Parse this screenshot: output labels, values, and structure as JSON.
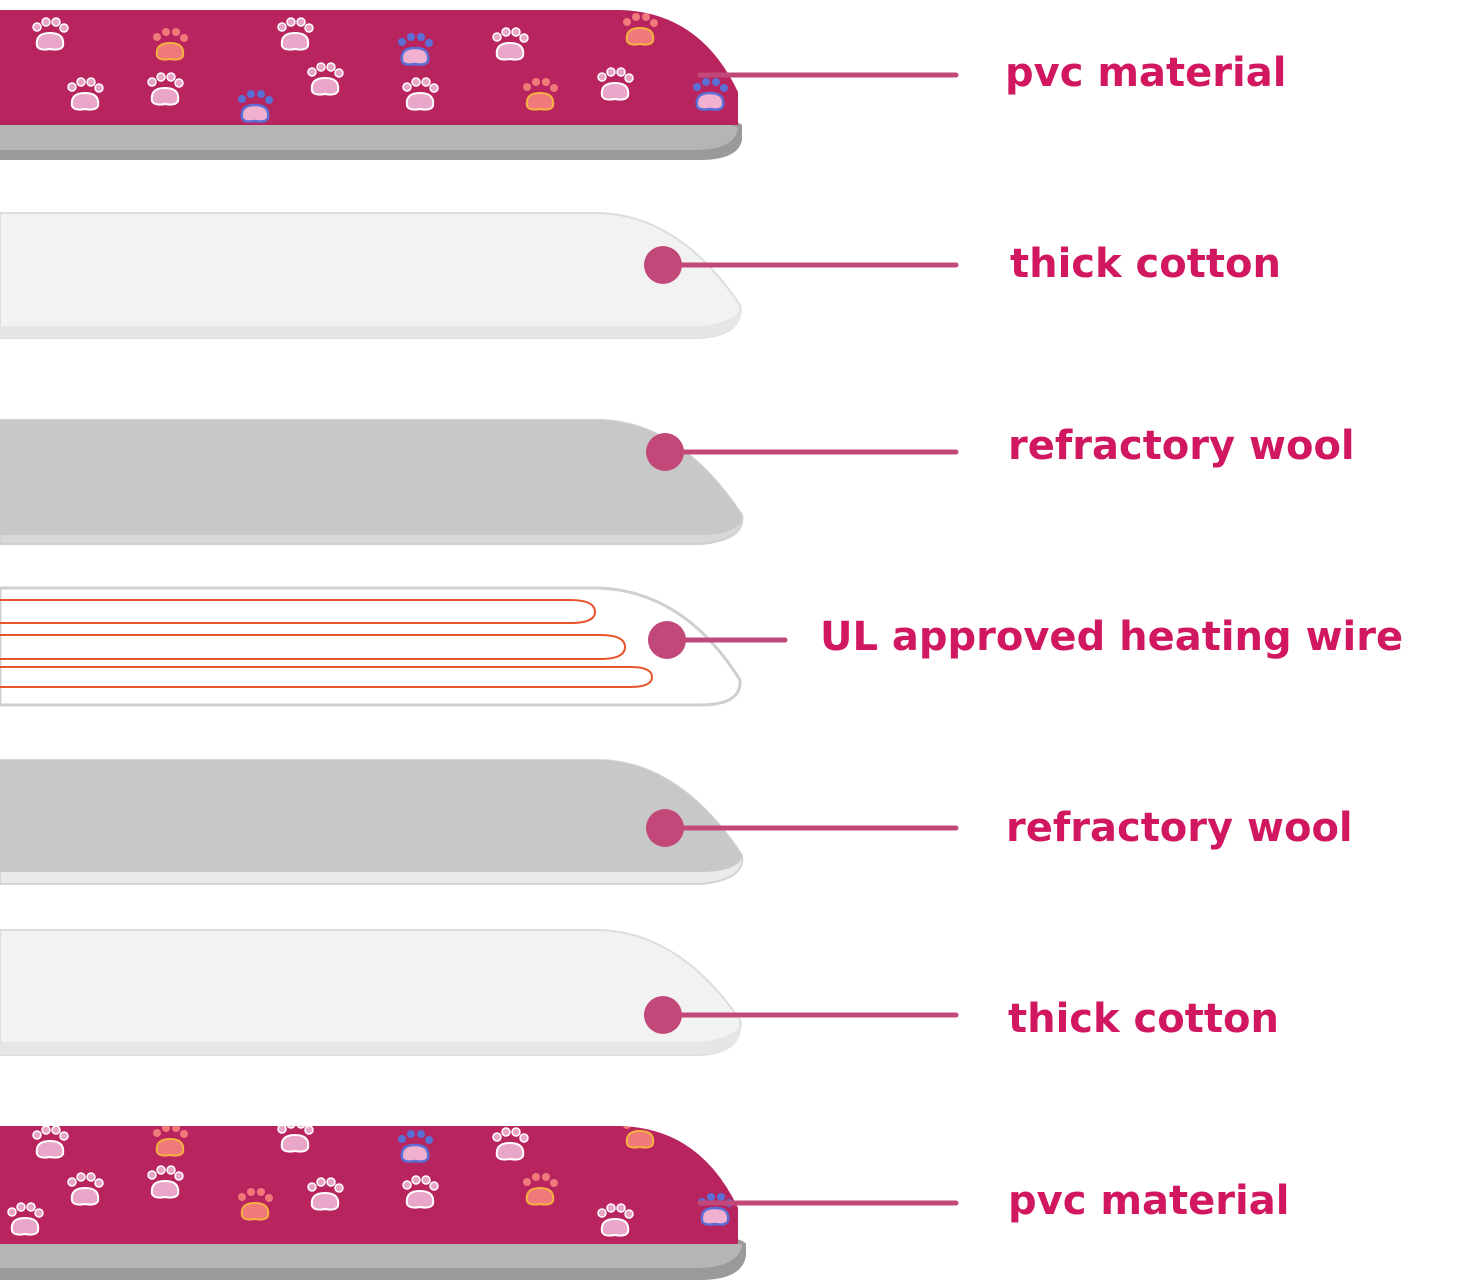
{
  "colors": {
    "label": "#d1175f",
    "leader": "#c2487a",
    "pvc": "#b8245e",
    "cotton": "#efefef",
    "wool": "#c9c9c9",
    "wire": "#e8542e",
    "edge": "#8e8e8e"
  },
  "layers": [
    {
      "label": "pvc material",
      "kind": "pvc"
    },
    {
      "label": "thick cotton",
      "kind": "cotton"
    },
    {
      "label": "refractory wool",
      "kind": "wool"
    },
    {
      "label": "UL approved heating wire",
      "kind": "wire"
    },
    {
      "label": "refractory wool",
      "kind": "wool"
    },
    {
      "label": "thick cotton",
      "kind": "cotton"
    },
    {
      "label": "pvc material",
      "kind": "pvc"
    }
  ]
}
